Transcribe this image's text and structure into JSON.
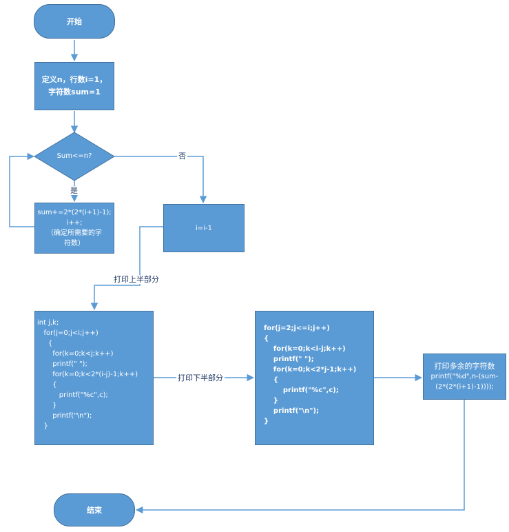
{
  "nodes": {
    "start": "开始",
    "define": [
      "定义n，行数i=1，",
      "字符数sum=1"
    ],
    "decision": "Sum<=n?",
    "accumulate": [
      "sum+=2*(2*(i+1)-1);",
      "i++;",
      "（确定所需要的字",
      "符数）"
    ],
    "decrement": "i=i-1",
    "upper_half": "int j,k;\n   for(j=0;j<i;j++)\n     {\n       for(k=0;k<j;k++)\n       printf(\" \");\n       for(k=0;k<2*(i-j)-1;k++)\n       {\n          printf(\"%c\",c);\n       }\n       printf(\"\\n\");\n   }",
    "lower_half": "for(j=2;j<=i;j++)\n{\n    for(k=0;k<i-j;k++)\n    printf(\" \");\n    for(k=0;k<2*j-1;k++)\n    {\n        printf(\"%c\",c);\n    }\n    printf(\"\\n\");\n}",
    "remainder": [
      "打印多余的字符数",
      "printf(\"%d\",n-(sum-",
      "(2*(2*(i+1)-1))));"
    ],
    "end": "结束"
  },
  "edges": {
    "yes": "是",
    "no": "否",
    "print_upper": "打印上半部分",
    "print_lower": "打印下半部分"
  },
  "colors": {
    "fill": "#5b9bd5",
    "border": "#41719c",
    "line": "#5b9bd5",
    "label": "#1f3864"
  }
}
